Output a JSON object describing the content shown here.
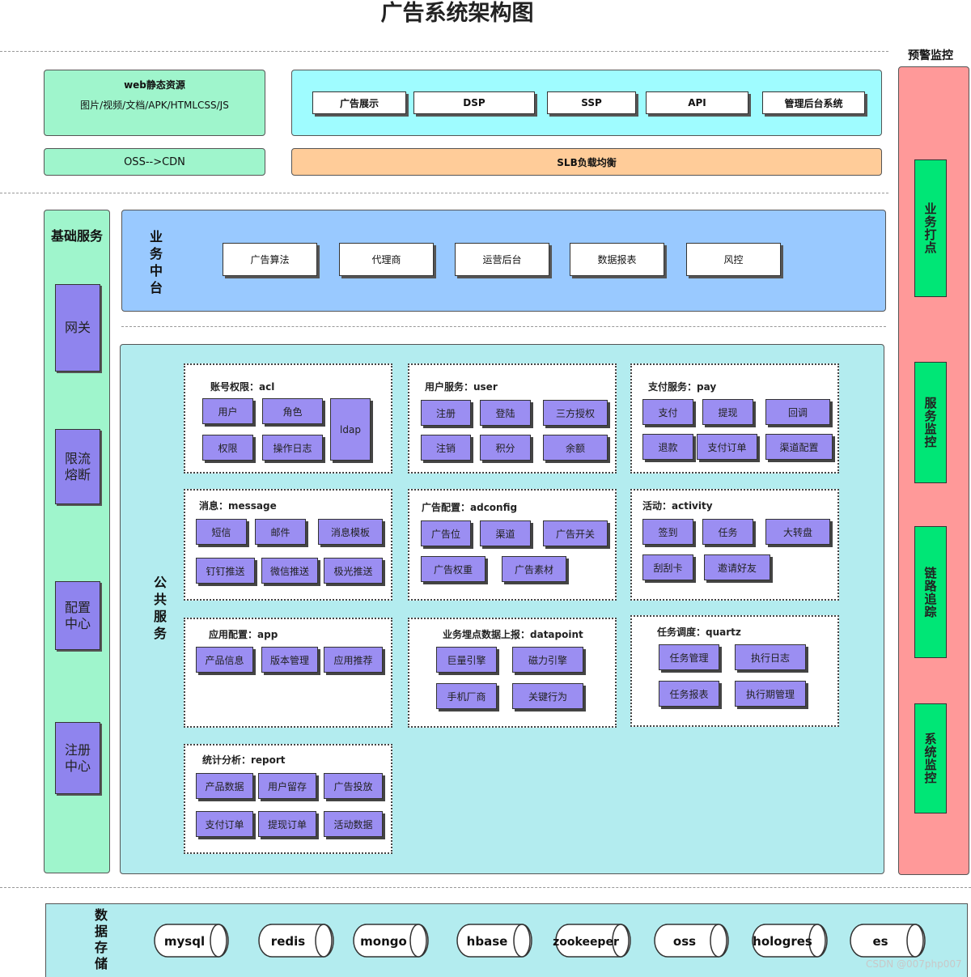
{
  "title": "广告系统架构图",
  "top": {
    "web_static": {
      "title": "web静态资源",
      "subtitle": "图片/视频/文档/APK/HTMLCSS/JS"
    },
    "oss_cdn": "OSS-->CDN",
    "entries": [
      "广告展示",
      "DSP",
      "SSP",
      "API",
      "管理后台系统"
    ],
    "slb": "SLB负载均衡"
  },
  "monitor": {
    "title": "预警监控",
    "items": [
      "业务打点",
      "服务监控",
      "链路追踪",
      "系统监控"
    ]
  },
  "base_services": {
    "title": "基础服务",
    "items": [
      "网关",
      "限流熔断",
      "配置中心",
      "注册中心"
    ]
  },
  "business_platform": {
    "title": "业务中台",
    "items": [
      "广告算法",
      "代理商",
      "运营后台",
      "数据报表",
      "风控"
    ]
  },
  "public_services": {
    "title": "公共服务",
    "groups": [
      {
        "title": "账号权限：acl",
        "items": [
          "用户",
          "角色",
          "权限",
          "操作日志",
          "ldap"
        ]
      },
      {
        "title": "用户服务：user",
        "items": [
          "注册",
          "登陆",
          "三方授权",
          "注销",
          "积分",
          "余额"
        ]
      },
      {
        "title": "支付服务：pay",
        "items": [
          "支付",
          "提现",
          "回调",
          "退款",
          "支付订单",
          "渠道配置"
        ]
      },
      {
        "title": "消息：message",
        "items": [
          "短信",
          "邮件",
          "消息模板",
          "钉钉推送",
          "微信推送",
          "极光推送"
        ]
      },
      {
        "title": "广告配置：adconfig",
        "items": [
          "广告位",
          "渠道",
          "广告开关",
          "广告权重",
          "广告素材"
        ]
      },
      {
        "title": "活动：activity",
        "items": [
          "签到",
          "任务",
          "大转盘",
          "刮刮卡",
          "邀请好友"
        ]
      },
      {
        "title": "应用配置：app",
        "items": [
          "产品信息",
          "版本管理",
          "应用推荐"
        ]
      },
      {
        "title": "业务埋点数据上报：datapoint",
        "items": [
          "巨量引擎",
          "磁力引擎",
          "手机厂商",
          "关键行为"
        ]
      },
      {
        "title": "任务调度：quartz",
        "items": [
          "任务管理",
          "执行日志",
          "任务报表",
          "执行期管理"
        ]
      },
      {
        "title": "统计分析：report",
        "items": [
          "产品数据",
          "用户留存",
          "广告投放",
          "支付订单",
          "提现订单",
          "活动数据"
        ]
      }
    ]
  },
  "storage": {
    "title": "数据存储",
    "items": [
      "mysql",
      "redis",
      "mongo",
      "hbase",
      "zookeeper",
      "oss",
      "hologres",
      "es"
    ]
  },
  "watermark": "CSDN @007php007",
  "colors": {
    "mint": "#9ff5cc",
    "cyan": "#9ffcff",
    "orange": "#ffcc99",
    "blue": "#99c9ff",
    "teal": "#b3ecef",
    "pink": "#ff9999",
    "green": "#00e676",
    "purple": "#9b8ef2"
  }
}
